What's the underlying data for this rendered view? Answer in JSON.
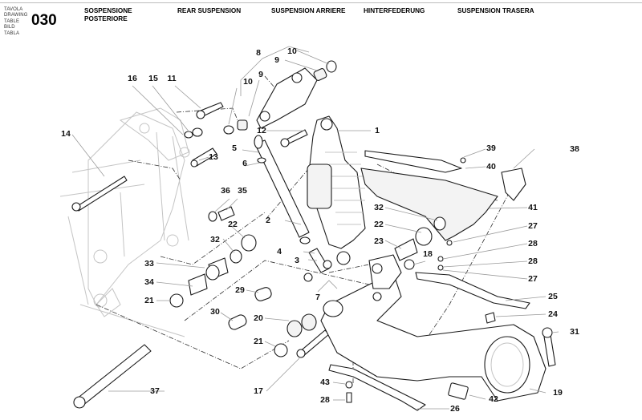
{
  "header": {
    "table_labels": [
      "TAVOLA",
      "DRAWING",
      "TABLE",
      "BILD",
      "TABLA"
    ],
    "table_number": "030",
    "titles": {
      "italian_line1": "SOSPENSIONE",
      "italian_line2": "POSTERIORE",
      "english": "REAR SUSPENSION",
      "french": "SUSPENSION ARRIERE",
      "german": "HINTERFEDERUNG",
      "spanish": "SUSPENSION TRASERA"
    }
  },
  "callouts": [
    {
      "id": "c8",
      "label": "8"
    },
    {
      "id": "c10a",
      "label": "10"
    },
    {
      "id": "c9a",
      "label": "9"
    },
    {
      "id": "c10b",
      "label": "10"
    },
    {
      "id": "c9b",
      "label": "9"
    },
    {
      "id": "c16",
      "label": "16"
    },
    {
      "id": "c15",
      "label": "15"
    },
    {
      "id": "c11",
      "label": "11"
    },
    {
      "id": "c14",
      "label": "14"
    },
    {
      "id": "c12",
      "label": "12"
    },
    {
      "id": "c5",
      "label": "5"
    },
    {
      "id": "c13",
      "label": "13"
    },
    {
      "id": "c6",
      "label": "6"
    },
    {
      "id": "c1",
      "label": "1"
    },
    {
      "id": "c39",
      "label": "39"
    },
    {
      "id": "c38",
      "label": "38"
    },
    {
      "id": "c40",
      "label": "40"
    },
    {
      "id": "c36",
      "label": "36"
    },
    {
      "id": "c35",
      "label": "35"
    },
    {
      "id": "c2",
      "label": "2"
    },
    {
      "id": "c22a",
      "label": "22"
    },
    {
      "id": "c32a",
      "label": "32"
    },
    {
      "id": "c41",
      "label": "41"
    },
    {
      "id": "c32b",
      "label": "32"
    },
    {
      "id": "c22b",
      "label": "22"
    },
    {
      "id": "c27a",
      "label": "27"
    },
    {
      "id": "c23",
      "label": "23"
    },
    {
      "id": "c28a",
      "label": "28"
    },
    {
      "id": "c4",
      "label": "4"
    },
    {
      "id": "c18",
      "label": "18"
    },
    {
      "id": "c33",
      "label": "33"
    },
    {
      "id": "c3",
      "label": "3"
    },
    {
      "id": "c28b",
      "label": "28"
    },
    {
      "id": "c27b",
      "label": "27"
    },
    {
      "id": "c34",
      "label": "34"
    },
    {
      "id": "c29",
      "label": "29"
    },
    {
      "id": "c7",
      "label": "7"
    },
    {
      "id": "c25",
      "label": "25"
    },
    {
      "id": "c21a",
      "label": "21"
    },
    {
      "id": "c30",
      "label": "30"
    },
    {
      "id": "c20",
      "label": "20"
    },
    {
      "id": "c24",
      "label": "24"
    },
    {
      "id": "c31",
      "label": "31"
    },
    {
      "id": "c21b",
      "label": "21"
    },
    {
      "id": "c37",
      "label": "37"
    },
    {
      "id": "c17",
      "label": "17"
    },
    {
      "id": "c43",
      "label": "43"
    },
    {
      "id": "c19",
      "label": "19"
    },
    {
      "id": "c28c",
      "label": "28"
    },
    {
      "id": "c42",
      "label": "42"
    },
    {
      "id": "c26",
      "label": "26"
    }
  ]
}
